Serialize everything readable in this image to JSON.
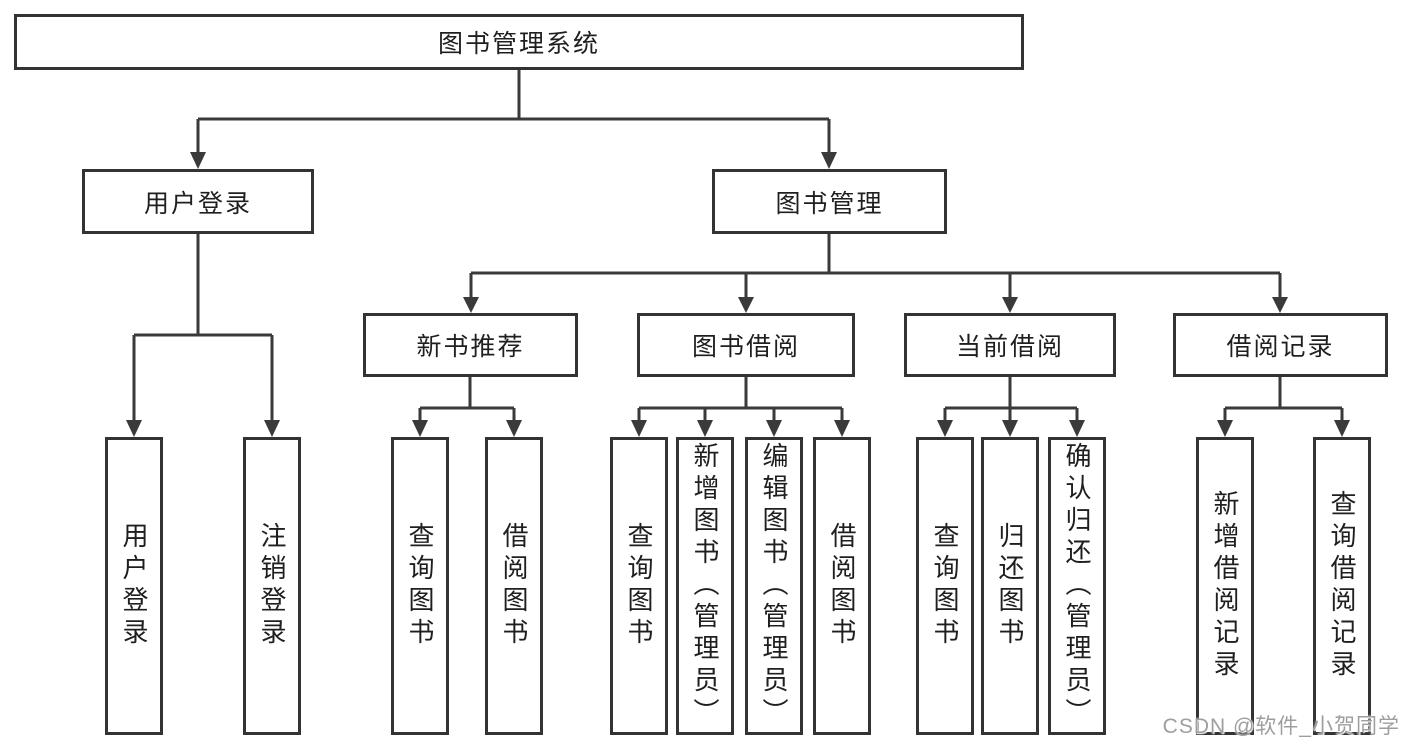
{
  "diagram": {
    "root": {
      "label": "图书管理系统"
    },
    "branches": [
      {
        "label": "用户登录",
        "children": [
          {
            "label": "用户登录"
          },
          {
            "label": "注销登录"
          }
        ]
      },
      {
        "label": "图书管理",
        "children": [
          {
            "label": "新书推荐",
            "children": [
              {
                "label": "查询图书"
              },
              {
                "label": "借阅图书"
              }
            ]
          },
          {
            "label": "图书借阅",
            "children": [
              {
                "label": "查询图书"
              },
              {
                "label": "新增图书（管理员）"
              },
              {
                "label": "编辑图书（管理员）"
              },
              {
                "label": "借阅图书"
              }
            ]
          },
          {
            "label": "当前借阅",
            "children": [
              {
                "label": "查询图书"
              },
              {
                "label": "归还图书"
              },
              {
                "label": "确认归还（管理员）"
              }
            ]
          },
          {
            "label": "借阅记录",
            "children": [
              {
                "label": "新增借阅记录"
              },
              {
                "label": "查询借阅记录"
              }
            ]
          }
        ]
      }
    ]
  },
  "watermark": {
    "text": "CSDN @软件_小贺同学"
  },
  "colors": {
    "line": "#3a3a3a",
    "box_border": "#333333",
    "text": "#1f1f1f",
    "watermark": "#9e9e9e",
    "background": "#ffffff"
  }
}
